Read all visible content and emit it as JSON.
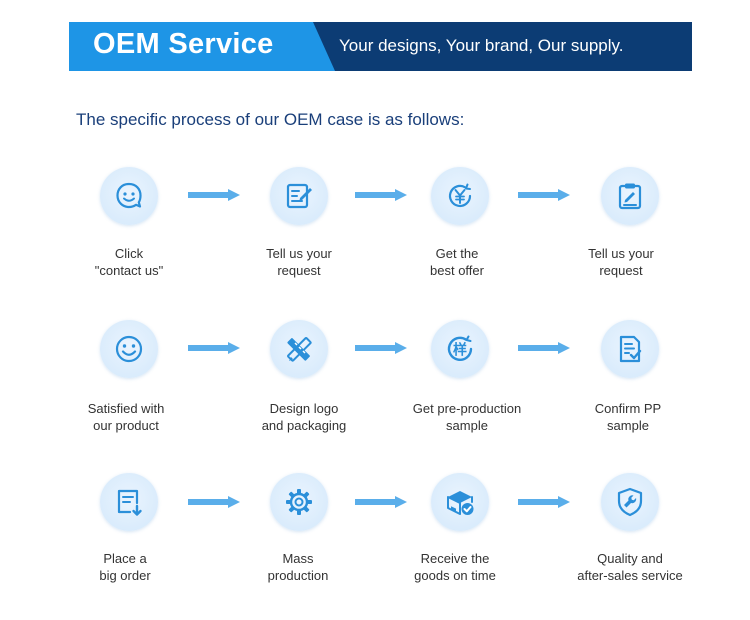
{
  "banner": {
    "title": "OEM Service",
    "tagline": "Your designs, Your brand, Our supply.",
    "colors": {
      "light": "#1e95e6",
      "dark": "#0c3c74"
    }
  },
  "subtitle": "The specific process of our OEM case is as follows:",
  "colors": {
    "icon": "#2b8fd9",
    "arrow": "#5aaeea",
    "text": "#333333",
    "subtitle": "#1a3f7a"
  },
  "steps": [
    {
      "icon": "chat-smile-icon",
      "lines": [
        "Click",
        "\"contact us\""
      ]
    },
    {
      "icon": "edit-document-icon",
      "lines": [
        "Tell us your",
        "request"
      ]
    },
    {
      "icon": "yen-coin-icon",
      "lines": [
        "Get the",
        "best offer"
      ]
    },
    {
      "icon": "clipboard-edit-icon",
      "lines": [
        "Tell us your",
        "request"
      ]
    },
    {
      "icon": "smiley-face-icon",
      "lines": [
        "Satisfied with",
        "our product"
      ]
    },
    {
      "icon": "ruler-pencil-icon",
      "lines": [
        "Design logo",
        "and packaging"
      ]
    },
    {
      "icon": "sample-refresh-icon",
      "lines": [
        "Get pre-production",
        "sample"
      ]
    },
    {
      "icon": "document-check-icon",
      "lines": [
        "Confirm PP",
        "sample"
      ]
    },
    {
      "icon": "order-download-icon",
      "lines": [
        "Place a",
        "big order"
      ]
    },
    {
      "icon": "gear-icon",
      "lines": [
        "Mass",
        "production"
      ]
    },
    {
      "icon": "package-check-icon",
      "lines": [
        "Receive the",
        "goods on time"
      ]
    },
    {
      "icon": "shield-wrench-icon",
      "lines": [
        "Quality and",
        "after-sales service"
      ]
    }
  ],
  "sample_glyph": "样"
}
